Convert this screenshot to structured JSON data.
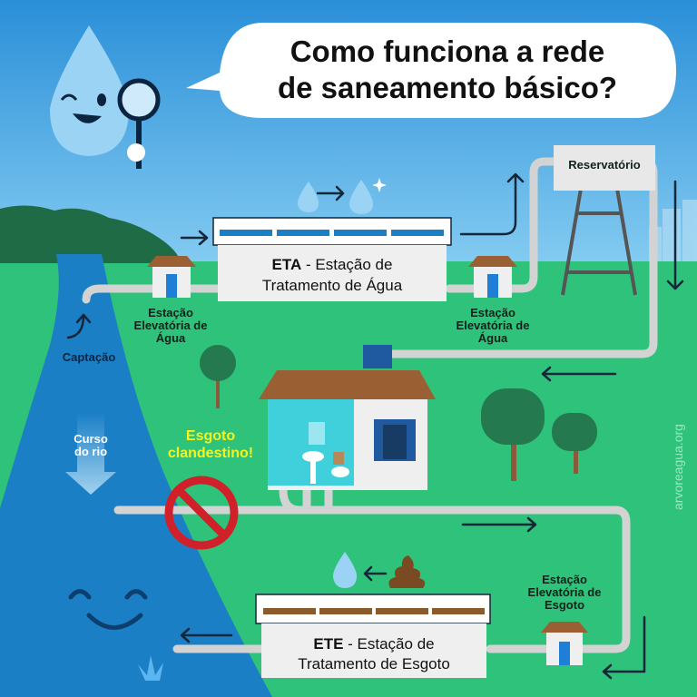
{
  "title": {
    "line1": "Como funciona a rede",
    "line2": "de saneamento básico?"
  },
  "labels": {
    "reservatorio": "Reservatório",
    "eta_bold": "ETA",
    "eta_rest": " - Estação de",
    "eta_line2": "Tratamento de Água",
    "ete_bold": "ETE",
    "ete_rest": " - Estação de",
    "ete_line2": "Tratamento de Esgoto",
    "elev_agua_left": [
      "Estação",
      "Elevatória de",
      "Água"
    ],
    "elev_agua_right": [
      "Estação",
      "Elevatória de",
      "Água"
    ],
    "elev_esgoto": [
      "Estação",
      "Elevatória de",
      "Esgoto"
    ],
    "captacao": "Captação",
    "curso_rio": [
      "Curso",
      "do rio"
    ],
    "esgoto_clandestino": [
      "Esgoto",
      "clandestino!"
    ]
  },
  "watermark": "arvoreagua.org",
  "colors": {
    "sky_top": "#2a8fd8",
    "sky_bottom": "#7fc8f0",
    "grass": "#2ec27a",
    "river": "#1b7fc6",
    "pipe": "#d3d3d3",
    "warning": "#f5f51c",
    "no_sign": "#d0202a"
  }
}
